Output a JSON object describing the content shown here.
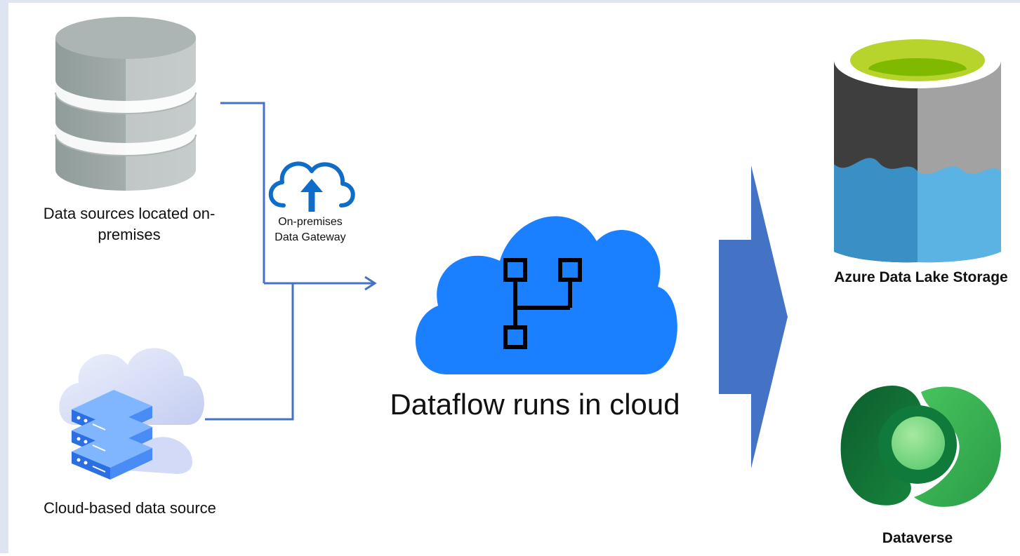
{
  "sources": {
    "onprem_label": "Data sources located on-premises",
    "onprem_line1": "Data sources located on-",
    "onprem_line2": "premises",
    "cloud_label": "Cloud-based data source"
  },
  "gateway": {
    "line1": "On-premises",
    "line2": "Data Gateway"
  },
  "dataflow": {
    "label": "Dataflow runs in cloud"
  },
  "destinations": {
    "adls_label": "Azure Data Lake Storage",
    "dataverse_label": "Dataverse"
  },
  "colors": {
    "connector": "#4472c4",
    "cloud_blue": "#1a80ff",
    "gateway_blue": "#0f6cc9",
    "big_arrow": "#4472c4"
  }
}
